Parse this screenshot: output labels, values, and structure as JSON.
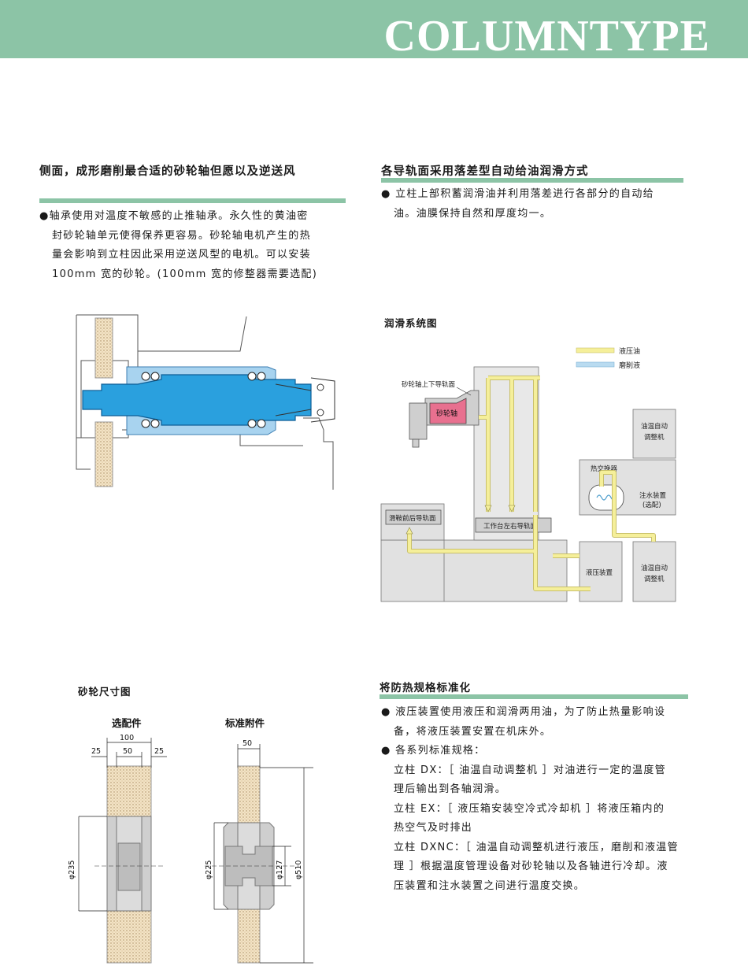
{
  "banner": {
    "title": "COLUMNTYPE"
  },
  "left_section": {
    "heading": "侧面，成形磨削最合适的砂轮轴但愿以及逆送风",
    "lines": [
      "●轴承使用对温度不敏感的止推轴承。永久性的黄油密",
      "封砂轮轴单元使得保养更容易。砂轮轴电机产生的热",
      "量会影响到立柱因此采用逆送风型的电机。可以安装",
      "100mm 宽的砂轮。(100mm 宽的修整器需要选配)"
    ]
  },
  "right_section": {
    "heading": "各导轨面采用落差型自动给油润滑方式",
    "lines": [
      "● 立柱上部积蓄润滑油并利用落差进行各部分的自动给",
      "油。油膜保持自然和厚度均一。"
    ]
  },
  "lube_diagram": {
    "title": "润滑系统图",
    "legend": [
      {
        "label": "液压油",
        "color": "#f5ef9a"
      },
      {
        "label": "磨削液",
        "color": "#b9dbf0"
      }
    ],
    "labels": {
      "spindle_guide": "砂轮轴上下导轨面",
      "spindle": "砂轮轴",
      "oil_temp_top_1": "油温自动",
      "oil_temp_top_2": "调整机",
      "heat_exchanger": "热交换器",
      "water_unit_1": "注水装置",
      "water_unit_2": "(选配)",
      "saddle_guide": "滑鞍前后导轨面",
      "table_guide": "工作台左右导轨面",
      "hydraulic_unit": "液压装置",
      "oil_temp_bottom_1": "油温自动",
      "oil_temp_bottom_2": "调整机"
    }
  },
  "wheel_diagram": {
    "title": "砂轮尺寸图",
    "optional_label": "选配件",
    "standard_label": "标准附件",
    "dims": {
      "d100": "100",
      "d25_left": "25",
      "d50_left": "50",
      "d25_right": "25",
      "d50_right": "50",
      "phi235": "φ235",
      "phi225": "φ225",
      "phi127": "φ127",
      "phi510": "φ510"
    }
  },
  "heat_section": {
    "heading": "将防热规格标准化",
    "lines": [
      {
        "text": "● 液压装置使用液压和润滑两用油，为了防止热量影响设",
        "indent": false
      },
      {
        "text": "备，将液压装置安置在机床外。",
        "indent": true
      },
      {
        "text": "● 各系列标准规格：",
        "indent": false
      },
      {
        "text": "立柱 DX：［ 油温自动调整机 ］对油进行一定的温度管",
        "indent": true
      },
      {
        "text": "理后输出到各轴润滑。",
        "indent": true
      },
      {
        "text": "立柱 EX：［ 液压箱安装空冷式冷却机 ］将液压箱内的",
        "indent": true
      },
      {
        "text": "热空气及时排出",
        "indent": true
      },
      {
        "text": "立柱 DXNC：［ 油温自动调整机进行液压，磨削和液温管",
        "indent": true
      },
      {
        "text": "理 ］根据温度管理设备对砂轮轴以及各轴进行冷却。液",
        "indent": true
      },
      {
        "text": "压装置和注水装置之间进行温度交换。",
        "indent": true
      }
    ]
  },
  "colors": {
    "accent_green": "#8cc4a6",
    "spindle_blue": "#2aa0de",
    "oil_yellow": "#f5ef9a",
    "spindle_red": "#e8708f"
  }
}
